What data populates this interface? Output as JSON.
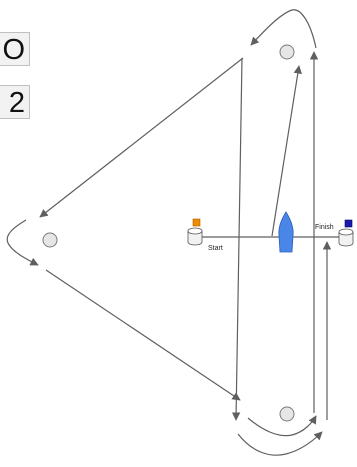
{
  "course_labels": [
    "O",
    "2"
  ],
  "line_labels": {
    "start": "Start",
    "finish": "Finish"
  },
  "colors": {
    "start_flag": "#f08a00",
    "finish_flag": "#1a1ab0",
    "boat": "#4a86e8",
    "line": "#5f5f5f",
    "mark": "#e6e6e6"
  }
}
